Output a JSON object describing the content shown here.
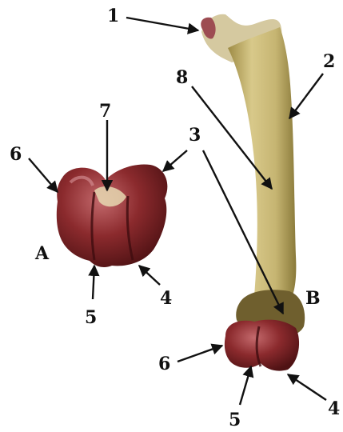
{
  "figure": {
    "panel_labels": {
      "a": "A",
      "b": "B"
    },
    "callouts": {
      "n1": "1",
      "n2": "2",
      "n3": "3",
      "n4_a": "4",
      "n5_a": "5",
      "n6_a": "6",
      "n7": "7",
      "n8": "8",
      "n6_b": "6",
      "n5_b": "5",
      "n4_b": "4"
    }
  },
  "colors": {
    "background": "#ffffff",
    "bone_shaft": "#cfc07a",
    "bone_shadow": "#8a7a3a",
    "condyle_red": "#7a1f22",
    "condyle_highlight": "#b4565a",
    "text": "#111111"
  }
}
